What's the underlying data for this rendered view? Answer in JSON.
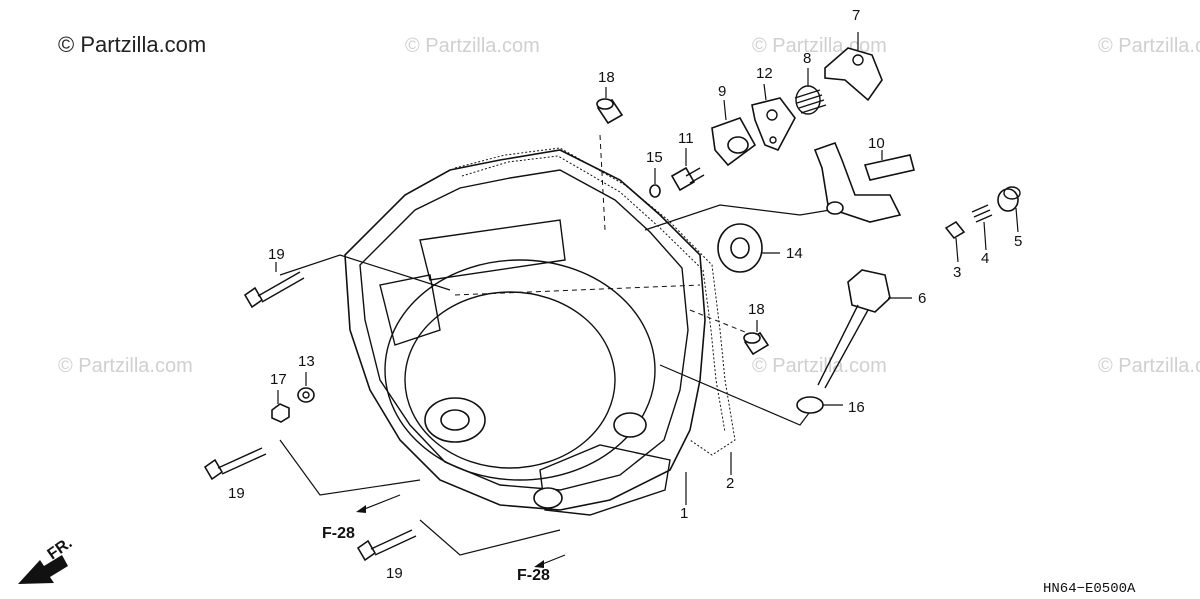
{
  "watermark": {
    "main": "© Partzilla.com",
    "faint": "© Partzilla.com"
  },
  "callouts": [
    "1",
    "2",
    "3",
    "4",
    "5",
    "6",
    "7",
    "8",
    "9",
    "10",
    "11",
    "12",
    "13",
    "14",
    "15",
    "16",
    "17",
    "18",
    "18",
    "19",
    "19",
    "19"
  ],
  "references": {
    "f28": "F-28",
    "front": "FR."
  },
  "diagram_code": "HN64−E0500A"
}
